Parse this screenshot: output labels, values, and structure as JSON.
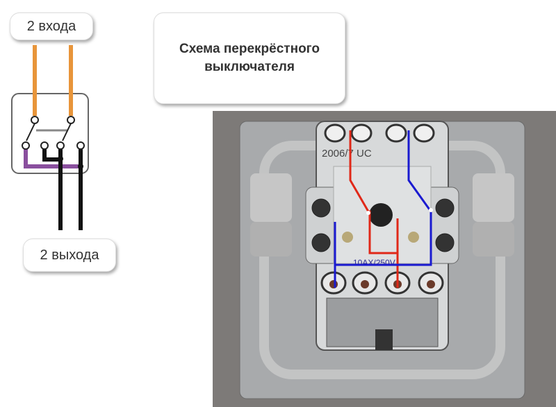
{
  "labels": {
    "inputs": "2 входа",
    "outputs": "2 выхода",
    "title": "Схема перекрёстного выключателя"
  },
  "photo": {
    "model_marking": "2006/7 UC",
    "rating_marking": "10AX/250V"
  },
  "colors": {
    "input_wire": "#e8953a",
    "output_wire": "#111111",
    "jumper_wire": "#8a4f9e",
    "red_wire": "#e02818",
    "blue_wire": "#1a1ad0"
  }
}
